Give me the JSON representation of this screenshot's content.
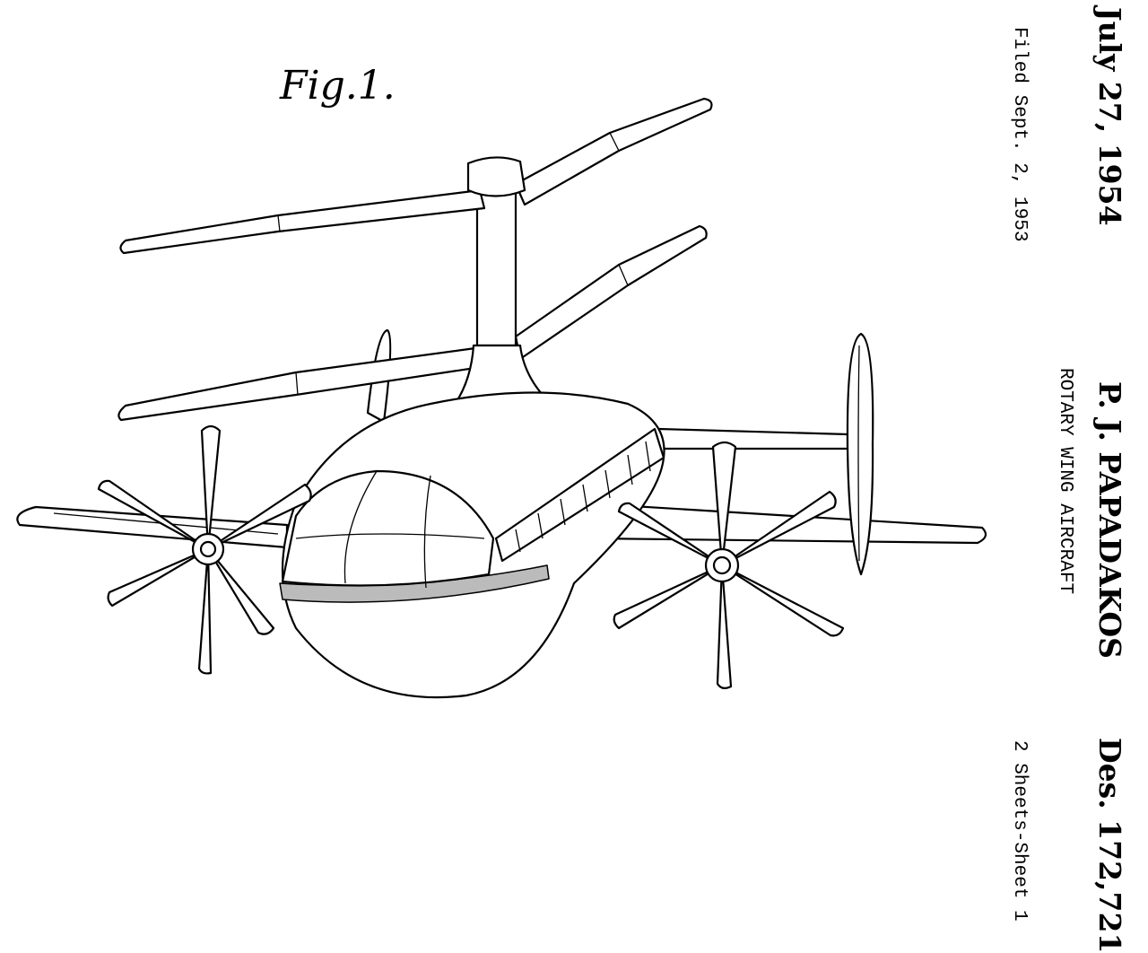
{
  "header": {
    "date": "July 27, 1954",
    "filed": "Filed Sept. 2, 1953",
    "inventor": "P. J. PAPADAKOS",
    "title": "ROTARY WING AIRCRAFT",
    "patent_number": "Des. 172,721",
    "sheets": "2 Sheets-Sheet 1"
  },
  "figure": {
    "label": "Fig.1."
  }
}
